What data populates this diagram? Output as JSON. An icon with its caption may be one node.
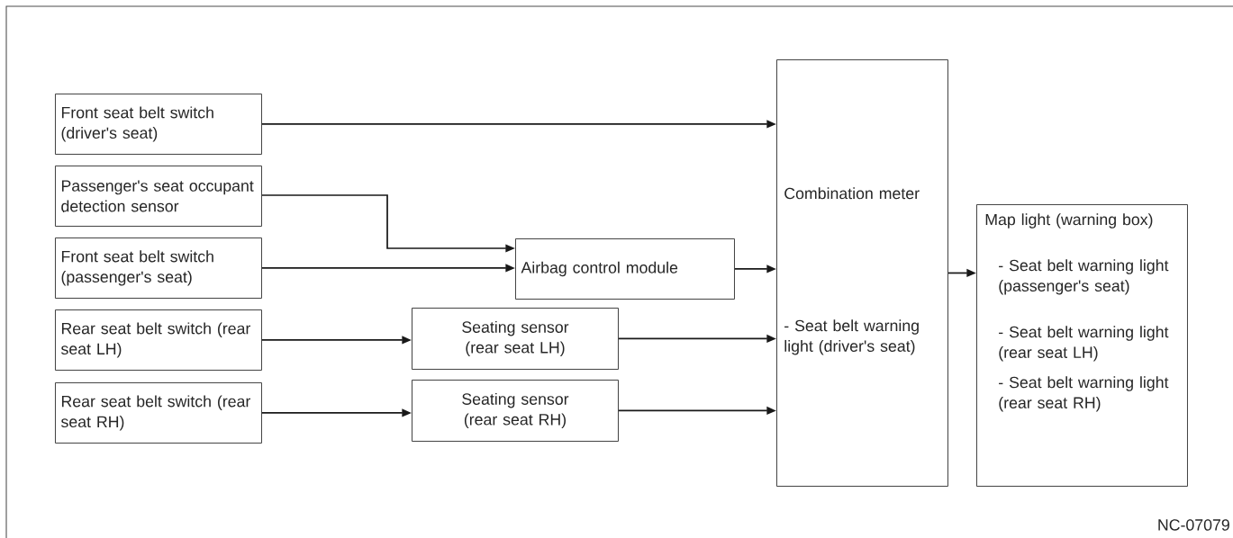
{
  "diagram": {
    "nodes": [
      {
        "text": [
          "Front seat belt switch (driver's seat)"
        ]
      },
      {
        "text": [
          "Passenger's seat occupant detection sensor"
        ]
      },
      {
        "text": [
          "Front seat belt switch (passenger's seat)"
        ]
      },
      {
        "text": [
          "Rear seat belt switch (rear seat LH)"
        ]
      },
      {
        "text": [
          "Rear seat belt switch (rear seat RH)"
        ]
      },
      {
        "text": [
          "Airbag control module"
        ]
      },
      {
        "text": [
          "Seating sensor (rear seat LH)"
        ]
      },
      {
        "text": [
          "Seating sensor (rear seat RH)"
        ]
      },
      {
        "text": [
          "Combination meter",
          "- Seat belt warning light (driver's seat)"
        ]
      },
      {
        "text": [
          "Map light (warning box)",
          "- Seat belt warning light (passenger's seat)",
          "- Seat belt warning light (rear seat LH)",
          "- Seat belt warning light (rear seat RH)"
        ]
      }
    ],
    "edges": [
      {
        "from": 0,
        "to": 8,
        "arrow": "to"
      },
      {
        "from": 1,
        "to": 5,
        "arrow": "to"
      },
      {
        "from": 2,
        "to": 5,
        "arrow": "to"
      },
      {
        "from": 5,
        "to": 8,
        "arrow": "to"
      },
      {
        "from": 3,
        "to": 6,
        "arrow": "to"
      },
      {
        "from": 4,
        "to": 7,
        "arrow": "to"
      },
      {
        "from": 6,
        "to": 8,
        "arrow": "to"
      },
      {
        "from": 7,
        "to": 8,
        "arrow": "to"
      },
      {
        "from": 8,
        "to": 9,
        "arrow": "to"
      }
    ],
    "labels": [
      "NC-07079"
    ]
  }
}
